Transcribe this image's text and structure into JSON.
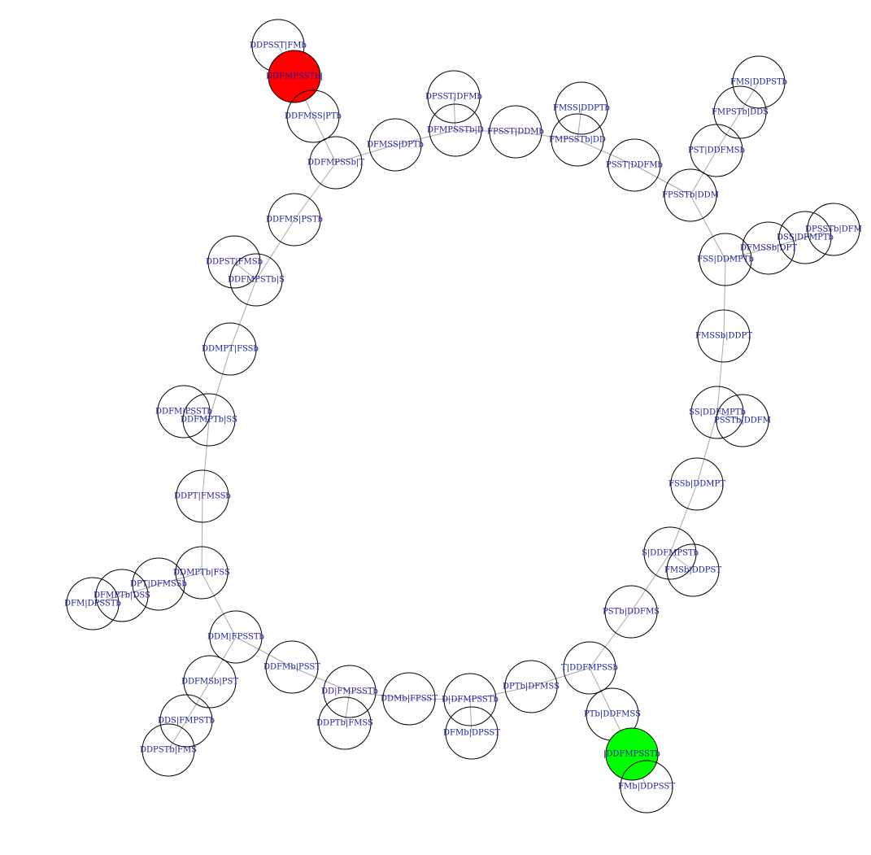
{
  "graph": {
    "colors": {
      "default_fill": "#ffffff",
      "start_fill": "#ff0000",
      "end_fill": "#00ff00",
      "edge": "#a8a8a8",
      "label": "#1a1aa0"
    },
    "nodes": [
      {
        "id": "n1",
        "label": "DDPSST|FMb"
      },
      {
        "id": "n2",
        "label": "DDFMPSSTb|",
        "role": "start"
      },
      {
        "id": "n3",
        "label": "DDFMSS|PTb"
      },
      {
        "id": "n4",
        "label": "DDFMPSSb|T"
      },
      {
        "id": "n5",
        "label": "DFMSS|DPTb"
      },
      {
        "id": "n6",
        "label": "DPSST|DFMb"
      },
      {
        "id": "n7",
        "label": "DFMPSSTb|D"
      },
      {
        "id": "n8",
        "label": "FPSST|DDMb"
      },
      {
        "id": "n9",
        "label": "FMSS|DDPTb"
      },
      {
        "id": "n10",
        "label": "FMPSSTb|DD"
      },
      {
        "id": "n11",
        "label": "PSST|DDFMb"
      },
      {
        "id": "n12",
        "label": "FPSSTb|DDM"
      },
      {
        "id": "n13",
        "label": "PST|DDFMSb"
      },
      {
        "id": "n14",
        "label": "FMPSTb|DDS"
      },
      {
        "id": "n15",
        "label": "FMS|DDPSTb"
      },
      {
        "id": "n16",
        "label": "FSS|DDMPTb"
      },
      {
        "id": "n17",
        "label": "DFMSSb|DPT"
      },
      {
        "id": "n18",
        "label": "DSS|DFMPTb"
      },
      {
        "id": "n19",
        "label": "DPSSTb|DFM"
      },
      {
        "id": "n20",
        "label": "FMSSb|DDPT"
      },
      {
        "id": "n21",
        "label": "SS|DDFMPTb"
      },
      {
        "id": "n22",
        "label": "PSSTb|DDFM"
      },
      {
        "id": "n23",
        "label": "FSSb|DDMPT"
      },
      {
        "id": "n24",
        "label": "S|DDFMPSTb"
      },
      {
        "id": "n25",
        "label": "FMSb|DDPST"
      },
      {
        "id": "n26",
        "label": "PSTb|DDFMS"
      },
      {
        "id": "n27",
        "label": "T|DDFMPSSb"
      },
      {
        "id": "n28",
        "label": "PTb|DDFMSS"
      },
      {
        "id": "n29",
        "label": "|DDFMPSSTb",
        "role": "end"
      },
      {
        "id": "n30",
        "label": "FMb|DDPSST"
      },
      {
        "id": "n31",
        "label": "DPTb|DFMSS"
      },
      {
        "id": "n32",
        "label": "D|DFMPSSTb"
      },
      {
        "id": "n33",
        "label": "DFMb|DPSST"
      },
      {
        "id": "n34",
        "label": "DDMb|FPSST"
      },
      {
        "id": "n35",
        "label": "DD|FMPSSTb"
      },
      {
        "id": "n36",
        "label": "DDPTb|FMSS"
      },
      {
        "id": "n37",
        "label": "DDFMb|PSST"
      },
      {
        "id": "n38",
        "label": "DDM|FPSSTb"
      },
      {
        "id": "n39",
        "label": "DDFMSb|PST"
      },
      {
        "id": "n40",
        "label": "DDS|FMPSTb"
      },
      {
        "id": "n41",
        "label": "DDPSTb|FMS"
      },
      {
        "id": "n42",
        "label": "DDMPTb|FSS"
      },
      {
        "id": "n43",
        "label": "DPT|DFMSSb"
      },
      {
        "id": "n44",
        "label": "DFMPTb|DSS"
      },
      {
        "id": "n45",
        "label": "DFM|DPSSTb"
      },
      {
        "id": "n46",
        "label": "DDPT|FMSSb"
      },
      {
        "id": "n47",
        "label": "DDFM|PSSTb"
      },
      {
        "id": "n48",
        "label": "DDFMPTb|SS"
      },
      {
        "id": "n49",
        "label": "DDMPT|FSSb"
      },
      {
        "id": "n50",
        "label": "DDPST|FMSb"
      },
      {
        "id": "n51",
        "label": "DDFMPSTb|S"
      },
      {
        "id": "n52",
        "label": "DDFMS|PSTb"
      }
    ],
    "edges": [
      [
        "n1",
        "n2"
      ],
      [
        "n2",
        "n3"
      ],
      [
        "n3",
        "n4"
      ],
      [
        "n4",
        "n5"
      ],
      [
        "n5",
        "n7"
      ],
      [
        "n6",
        "n7"
      ],
      [
        "n7",
        "n8"
      ],
      [
        "n8",
        "n10"
      ],
      [
        "n9",
        "n10"
      ],
      [
        "n10",
        "n11"
      ],
      [
        "n11",
        "n12"
      ],
      [
        "n12",
        "n13"
      ],
      [
        "n13",
        "n14"
      ],
      [
        "n14",
        "n15"
      ],
      [
        "n12",
        "n16"
      ],
      [
        "n16",
        "n17"
      ],
      [
        "n17",
        "n18"
      ],
      [
        "n18",
        "n19"
      ],
      [
        "n16",
        "n20"
      ],
      [
        "n20",
        "n21"
      ],
      [
        "n21",
        "n22"
      ],
      [
        "n21",
        "n23"
      ],
      [
        "n23",
        "n24"
      ],
      [
        "n24",
        "n25"
      ],
      [
        "n24",
        "n26"
      ],
      [
        "n26",
        "n27"
      ],
      [
        "n27",
        "n28"
      ],
      [
        "n28",
        "n29"
      ],
      [
        "n29",
        "n30"
      ],
      [
        "n27",
        "n31"
      ],
      [
        "n31",
        "n32"
      ],
      [
        "n32",
        "n33"
      ],
      [
        "n32",
        "n34"
      ],
      [
        "n34",
        "n35"
      ],
      [
        "n35",
        "n36"
      ],
      [
        "n35",
        "n37"
      ],
      [
        "n37",
        "n38"
      ],
      [
        "n38",
        "n39"
      ],
      [
        "n39",
        "n40"
      ],
      [
        "n40",
        "n41"
      ],
      [
        "n38",
        "n42"
      ],
      [
        "n42",
        "n43"
      ],
      [
        "n43",
        "n44"
      ],
      [
        "n44",
        "n45"
      ],
      [
        "n42",
        "n46"
      ],
      [
        "n46",
        "n48"
      ],
      [
        "n47",
        "n48"
      ],
      [
        "n48",
        "n49"
      ],
      [
        "n49",
        "n51"
      ],
      [
        "n50",
        "n51"
      ],
      [
        "n51",
        "n52"
      ],
      [
        "n52",
        "n4"
      ]
    ]
  }
}
